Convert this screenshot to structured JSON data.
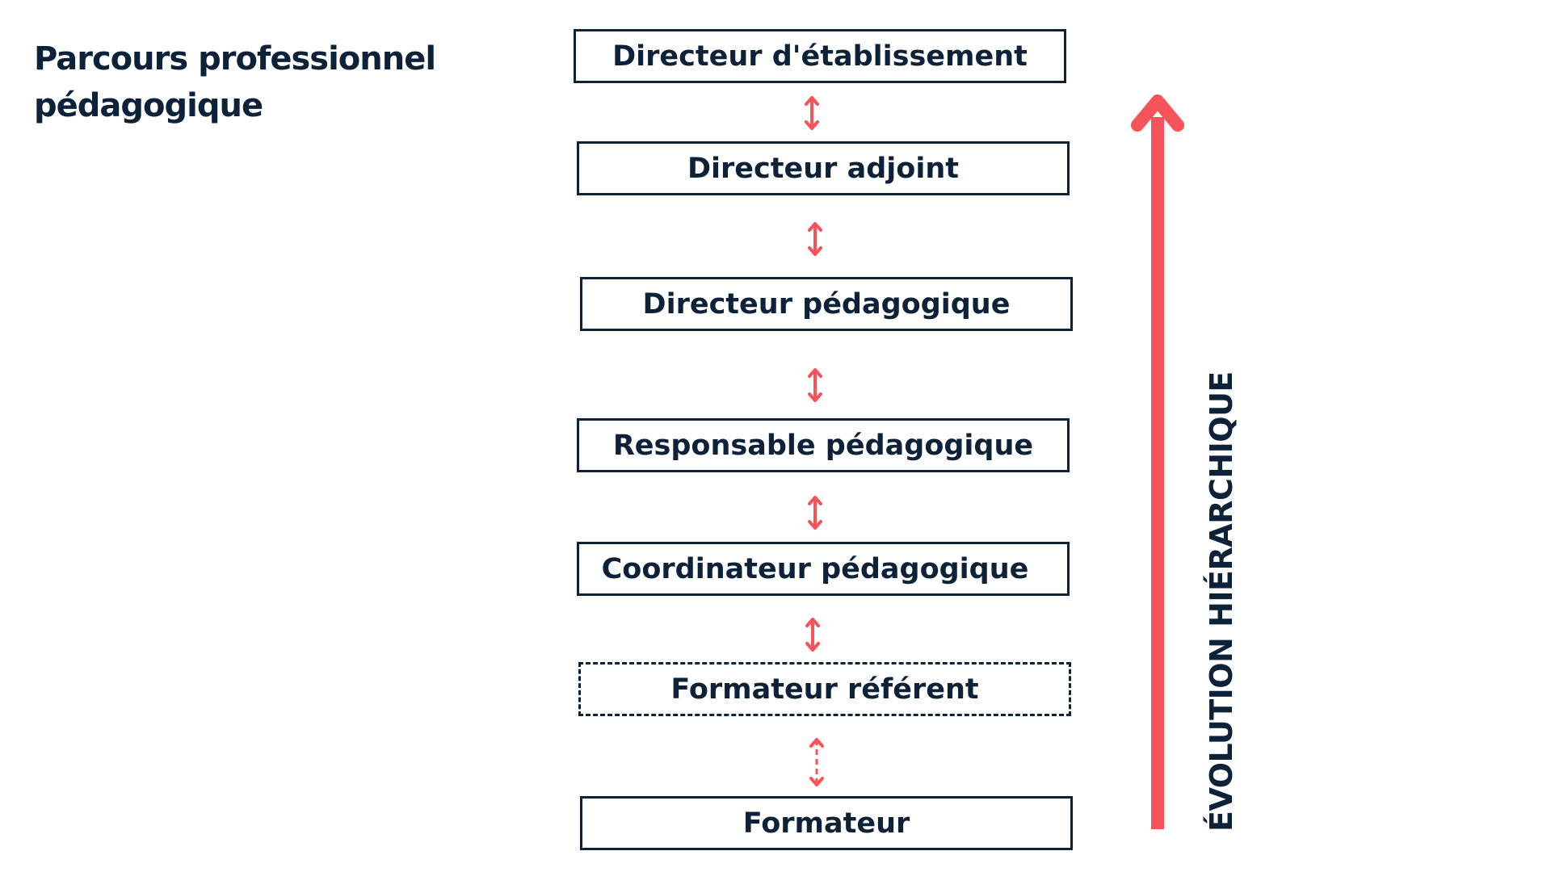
{
  "title": "Parcours professionnel pédagogique",
  "axis_label": "ÉVOLUTION HIÉRARCHIQUE",
  "colors": {
    "text": "#0d2238",
    "accent": "#f7535a"
  },
  "roles": [
    {
      "label": "Directeur d'établissement",
      "style": "solid"
    },
    {
      "label": "Directeur adjoint",
      "style": "solid"
    },
    {
      "label": "Directeur pédagogique",
      "style": "solid"
    },
    {
      "label": "Responsable pédagogique",
      "style": "solid"
    },
    {
      "label": "Coordinateur pédagogique",
      "style": "solid"
    },
    {
      "label": "Formateur référent",
      "style": "dashed"
    },
    {
      "label": "Formateur",
      "style": "solid"
    }
  ],
  "connectors": [
    {
      "from": "Directeur d'établissement",
      "to": "Directeur adjoint",
      "icon": "double-arrow-icon",
      "style": "solid"
    },
    {
      "from": "Directeur adjoint",
      "to": "Directeur pédagogique",
      "icon": "double-arrow-icon",
      "style": "solid"
    },
    {
      "from": "Directeur pédagogique",
      "to": "Responsable pédagogique",
      "icon": "double-arrow-icon",
      "style": "solid"
    },
    {
      "from": "Responsable pédagogique",
      "to": "Coordinateur pédagogique",
      "icon": "double-arrow-icon",
      "style": "solid"
    },
    {
      "from": "Coordinateur pédagogique",
      "to": "Formateur référent",
      "icon": "double-arrow-icon",
      "style": "solid"
    },
    {
      "from": "Formateur référent",
      "to": "Formateur",
      "icon": "double-arrow-icon",
      "style": "dashed"
    }
  ]
}
